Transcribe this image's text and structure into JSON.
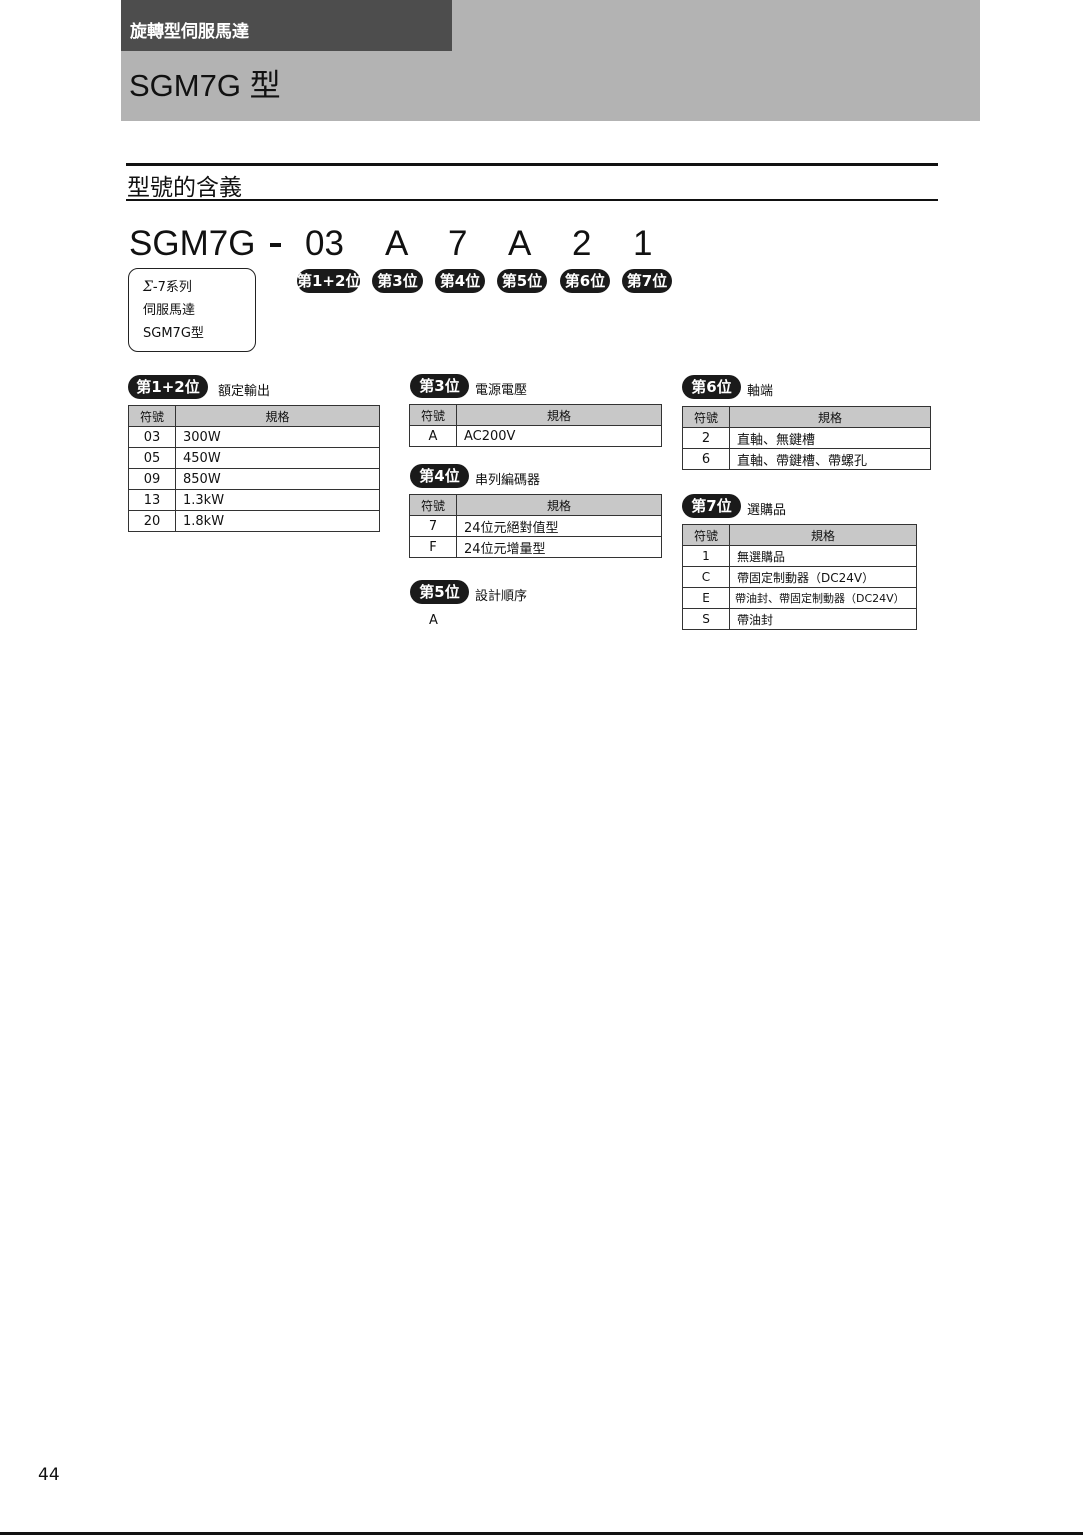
{
  "header": {
    "category": "旋轉型伺服馬達",
    "model_title": "SGM7G 型"
  },
  "section_heading": "型號的含義",
  "model_code": {
    "series": "SGM7G",
    "digits": [
      "03",
      "A",
      "7",
      "A",
      "2",
      "1"
    ]
  },
  "digit_labels": [
    "第1+2位",
    "第3位",
    "第4位",
    "第5位",
    "第6位",
    "第7位"
  ],
  "series_box": {
    "sigma": "Σ-",
    "line1_rest": "7系列",
    "line2": "伺服馬達",
    "line3": "SGM7G型"
  },
  "table_headers": {
    "code": "符號",
    "spec": "規格"
  },
  "groups": {
    "d12": {
      "label": "第1+2位",
      "desc": "額定輸出",
      "rows": [
        [
          "03",
          "300W"
        ],
        [
          "05",
          "450W"
        ],
        [
          "09",
          "850W"
        ],
        [
          "13",
          "1.3kW"
        ],
        [
          "20",
          "1.8kW"
        ]
      ]
    },
    "d3": {
      "label": "第3位",
      "desc": "電源電壓",
      "rows": [
        [
          "A",
          "AC200V"
        ]
      ]
    },
    "d4": {
      "label": "第4位",
      "desc": "串列編碼器",
      "rows": [
        [
          "7",
          "24位元絕對值型"
        ],
        [
          "F",
          "24位元增量型"
        ]
      ]
    },
    "d5": {
      "label": "第5位",
      "desc": "設計順序",
      "value": "A"
    },
    "d6": {
      "label": "第6位",
      "desc": "軸端",
      "rows": [
        [
          "2",
          "直軸、無鍵槽"
        ],
        [
          "6",
          "直軸、帶鍵槽、帶螺孔"
        ]
      ]
    },
    "d7": {
      "label": "第7位",
      "desc": "選購品",
      "rows": [
        [
          "1",
          "無選購品"
        ],
        [
          "C",
          "帶固定制動器（DC24V）"
        ],
        [
          "E",
          "帶油封、帶固定制動器（DC24V）"
        ],
        [
          "S",
          "帶油封"
        ]
      ]
    }
  },
  "page_number": "44"
}
